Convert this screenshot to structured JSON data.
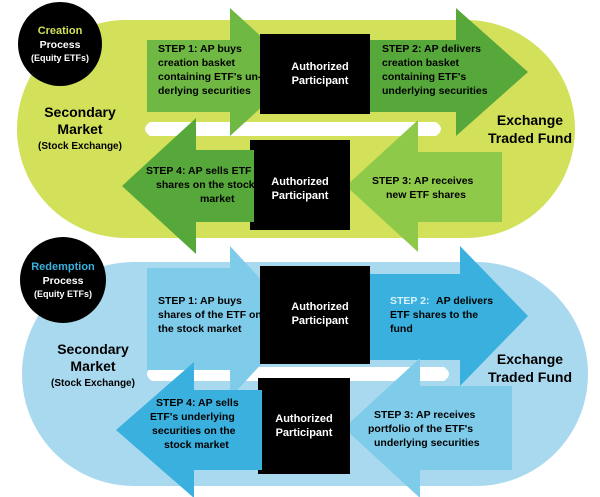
{
  "creation": {
    "title_line1": "Creation",
    "title_line2": "Process",
    "title_line3": "(Equity ETFs)",
    "left_line1": "Secondary",
    "left_line2": "Market",
    "left_line3": "(Stock Exchange)",
    "right_line1": "Exchange",
    "right_line2": "Traded Fund",
    "ap_top_line1": "Authorized",
    "ap_top_line2": "Participant",
    "ap_bottom_line1": "Authorized",
    "ap_bottom_line2": "Participant",
    "step1": [
      "STEP 1: AP buys",
      "creation basket",
      "containing ETF's un-",
      "derlying securities"
    ],
    "step2": [
      "STEP 2: AP delivers",
      "creation basket",
      "containing ETF's",
      "underlying securities"
    ],
    "step3": [
      "STEP 3: AP receives",
      "new ETF shares"
    ],
    "step4": [
      "STEP 4: AP sells ETF",
      "shares on the stock",
      "market"
    ]
  },
  "redemption": {
    "title_line1": "Redemption",
    "title_line2": "Process",
    "title_line3": "(Equity ETFs)",
    "left_line1": "Secondary",
    "left_line2": "Market",
    "left_line3": "(Stock Exchange)",
    "right_line1": "Exchange",
    "right_line2": "Traded Fund",
    "ap_top_line1": "Authorized",
    "ap_top_line2": "Participant",
    "ap_bottom_line1": "Authorized",
    "ap_bottom_line2": "Participant",
    "step1": [
      "STEP 1: AP buys",
      "shares of the ETF on",
      "the stock market"
    ],
    "step2_prefix": "STEP 2:",
    "step2_rest": "AP delivers",
    "step2": [
      "ETF shares to the",
      "fund"
    ],
    "step3": [
      "STEP 3: AP receives",
      "portfolio of the ETF's",
      "underlying securities"
    ],
    "step4": [
      "STEP 4: AP sells",
      "ETF's underlying",
      "securities on the",
      "stock market"
    ]
  },
  "colors": {
    "creation_ring": "#d2e05a",
    "creation_arrow_dark": "#57a83a",
    "creation_arrow_light": "#8ec94a",
    "redemption_ring": "#a9d9ef",
    "redemption_arrow_dark": "#3ab0de",
    "redemption_arrow_light": "#7fcbea",
    "ap_box": "#000000",
    "step2_accent": "#d8f0fa"
  }
}
